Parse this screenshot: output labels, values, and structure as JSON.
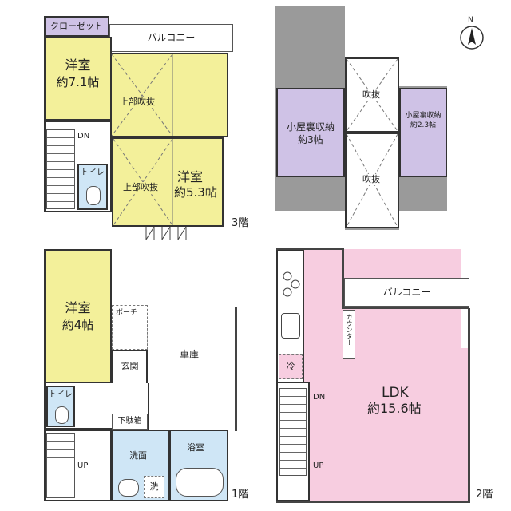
{
  "floors": {
    "third": {
      "name": "3階",
      "closet": "クローゼット",
      "balcony": "バルコニー",
      "room_a_1": "洋室",
      "room_a_2": "約7.1帖",
      "void_upper_a": "上部吹抜",
      "void_upper_b": "上部吹抜",
      "room_b_1": "洋室",
      "room_b_2": "約5.3帖",
      "toilet": "トイレ",
      "stairs_dn": "DN"
    },
    "loft": {
      "storage_large_1": "小屋裏収納",
      "storage_large_2": "約3帖",
      "void_top": "吹抜",
      "void_bottom": "吹抜",
      "storage_small_1": "小屋裏収納",
      "storage_small_2": "約2.3帖",
      "north": "N"
    },
    "first": {
      "name": "1階",
      "room_1": "洋室",
      "room_2": "約4帖",
      "porch": "ポーチ",
      "garage": "車庫",
      "entrance": "玄関",
      "shoe_box": "下駄箱",
      "toilet": "トイレ",
      "washroom": "洗面",
      "bathroom": "浴室",
      "washer": "洗",
      "stairs_up": "UP"
    },
    "second": {
      "name": "2階",
      "balcony": "バルコニー",
      "counter": "カウンター",
      "fridge": "冷",
      "ldk_1": "LDK",
      "ldk_2": "約15.6帖",
      "stairs_dn": "DN",
      "stairs_up": "UP"
    }
  }
}
